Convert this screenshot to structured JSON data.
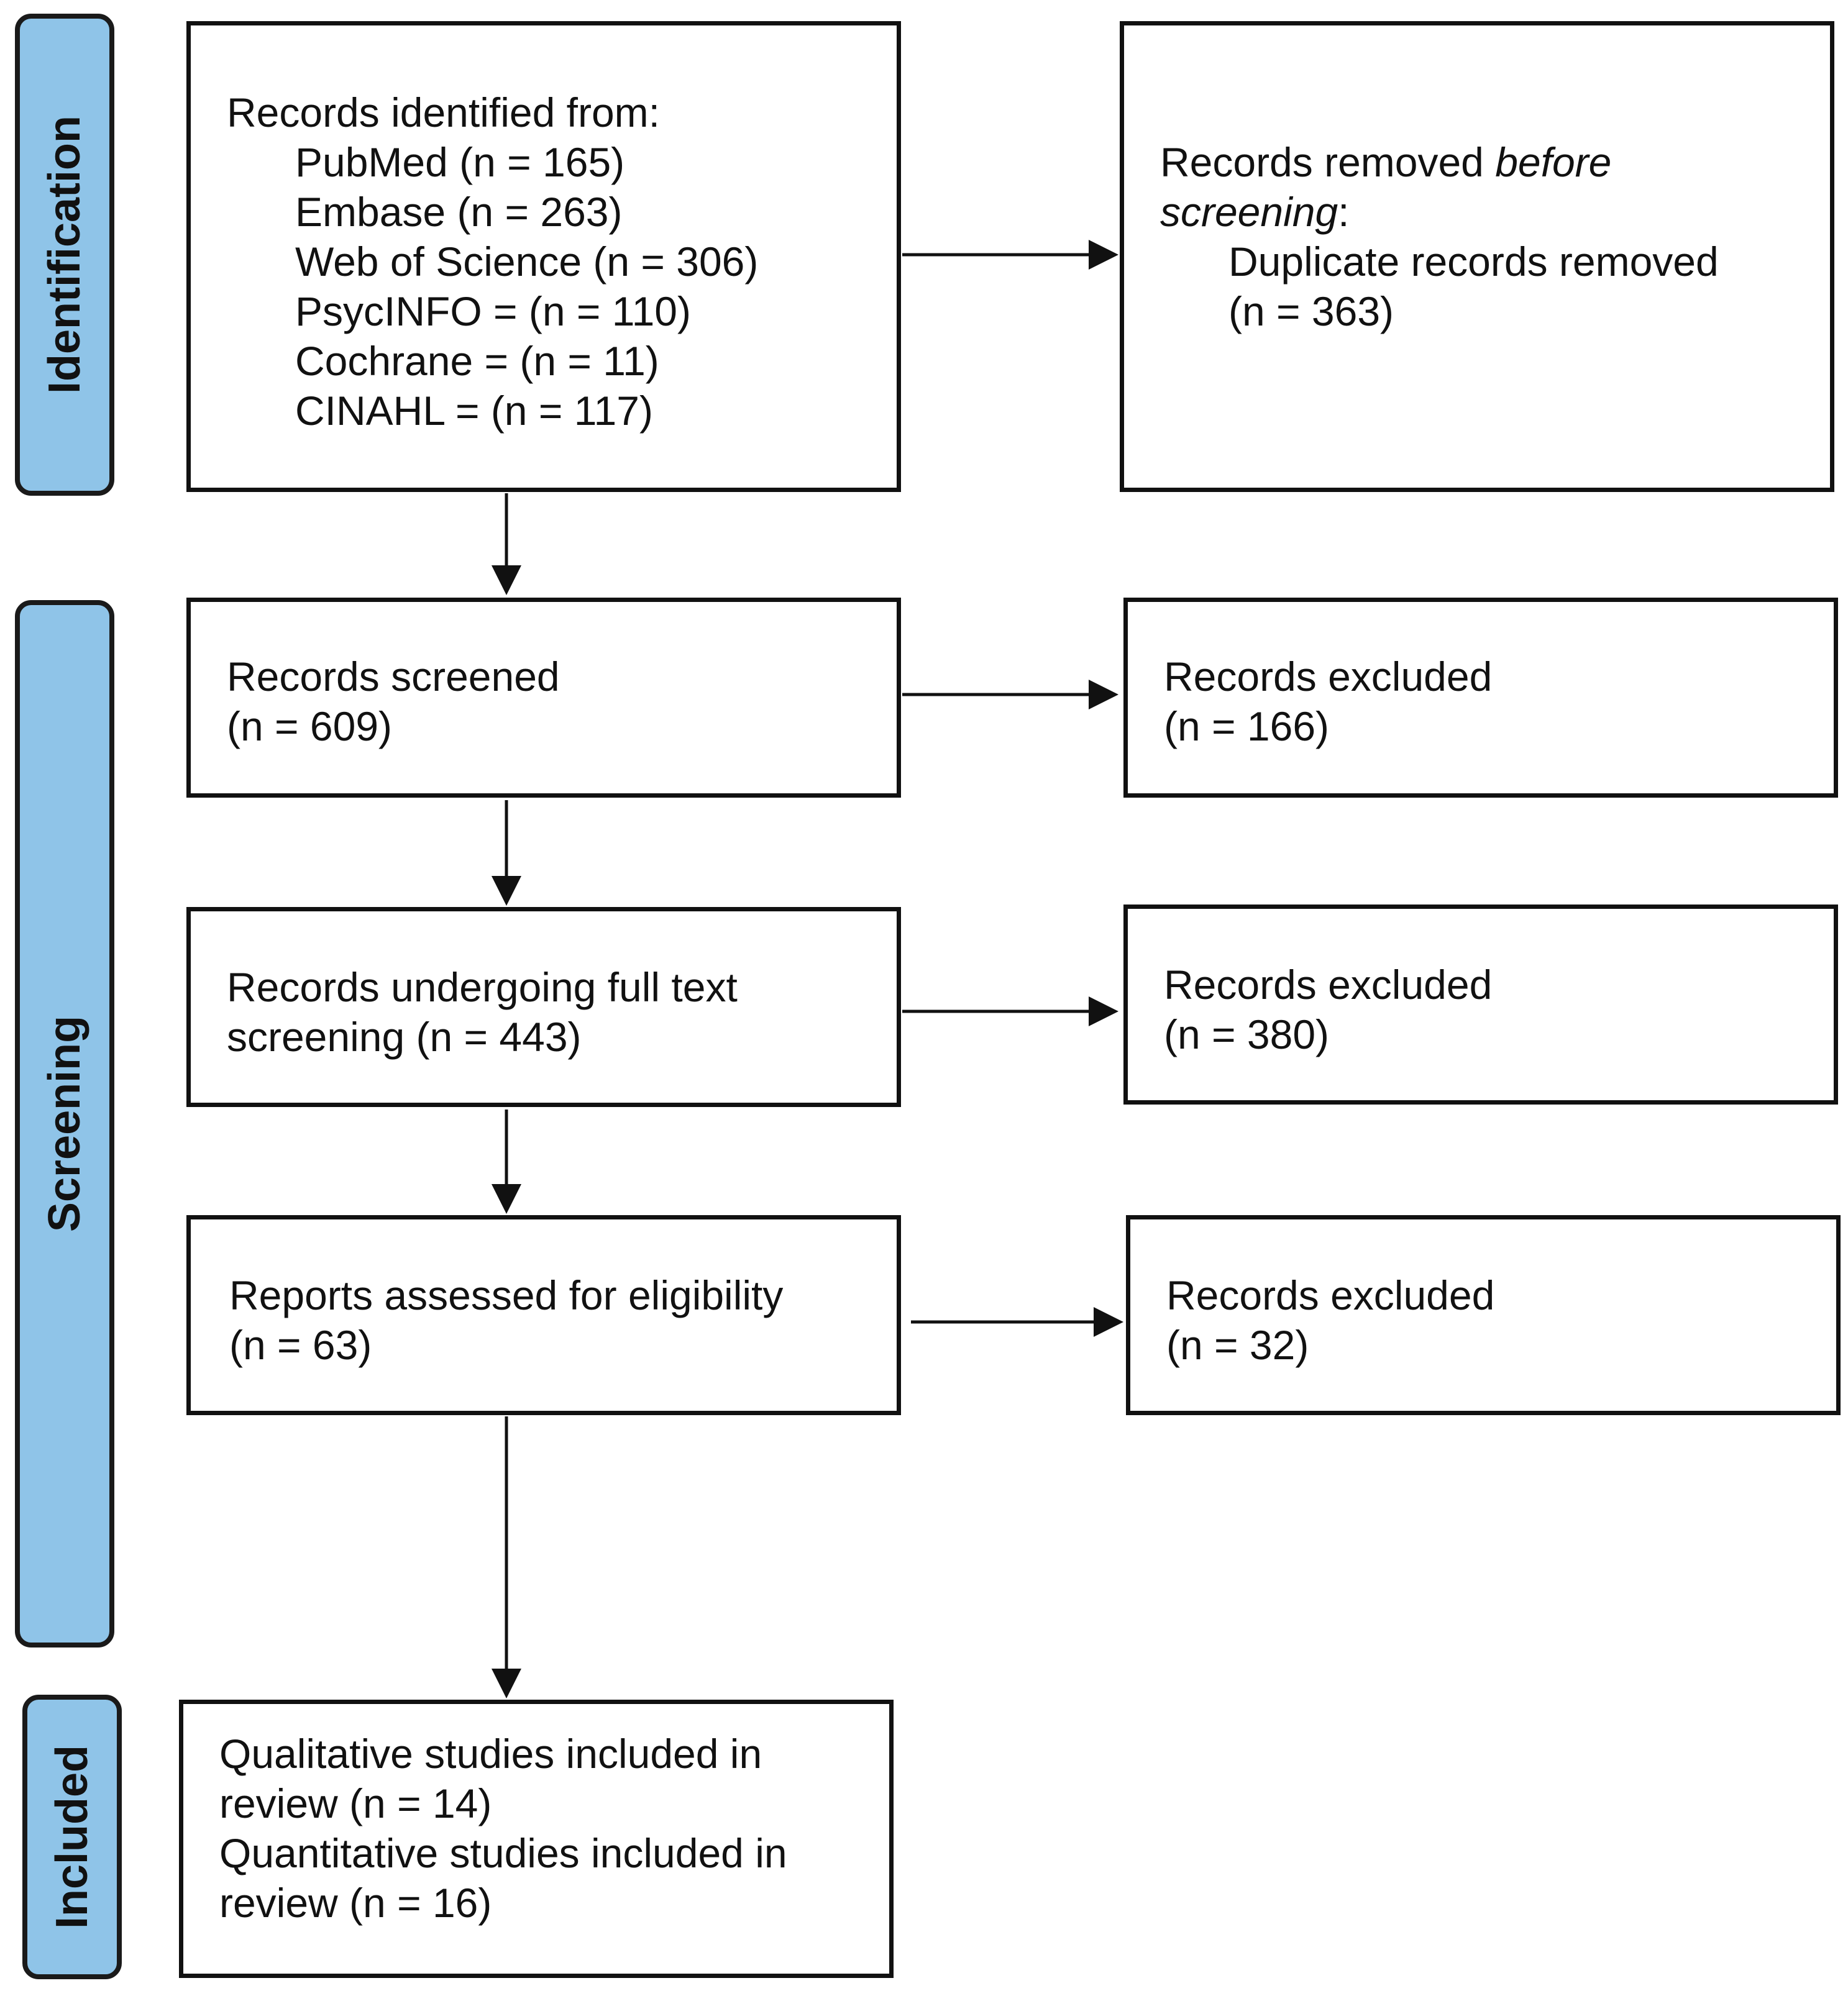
{
  "phases": {
    "identification": "Identification",
    "screening": "Screening",
    "included": "Included"
  },
  "identified": {
    "heading": "Records identified from:",
    "sources": [
      "PubMed (n = 165)",
      "Embase (n = 263)",
      "Web of Science (n = 306)",
      "PsycINFO = (n = 110)",
      "Cochrane = (n = 11)",
      "CINAHL = (n = 117)"
    ]
  },
  "removed": {
    "lead": "Records removed ",
    "emph": "before",
    "emph2": "screening",
    "colon": ":",
    "detail": "Duplicate records removed",
    "count": "(n = 363)"
  },
  "screened": {
    "label": "Records screened",
    "count": "(n = 609)"
  },
  "excluded_1": {
    "label": "Records excluded",
    "count": "(n = 166)"
  },
  "fulltext": {
    "line1": "Records undergoing full text",
    "line2": "screening (n = 443)"
  },
  "excluded_2": {
    "label": "Records excluded",
    "count": "(n = 380)"
  },
  "eligibility": {
    "label": "Reports assessed for eligibility",
    "count": "(n = 63)"
  },
  "excluded_3": {
    "label": "Records excluded",
    "count": "(n = 32)"
  },
  "included": {
    "line1": "Qualitative studies included in",
    "line2": "review (n = 14)",
    "line3": "Quantitative studies included in",
    "line4": "review (n = 16)"
  },
  "colors": {
    "phase_fill": "#8fc4e8",
    "stroke": "#111111"
  }
}
